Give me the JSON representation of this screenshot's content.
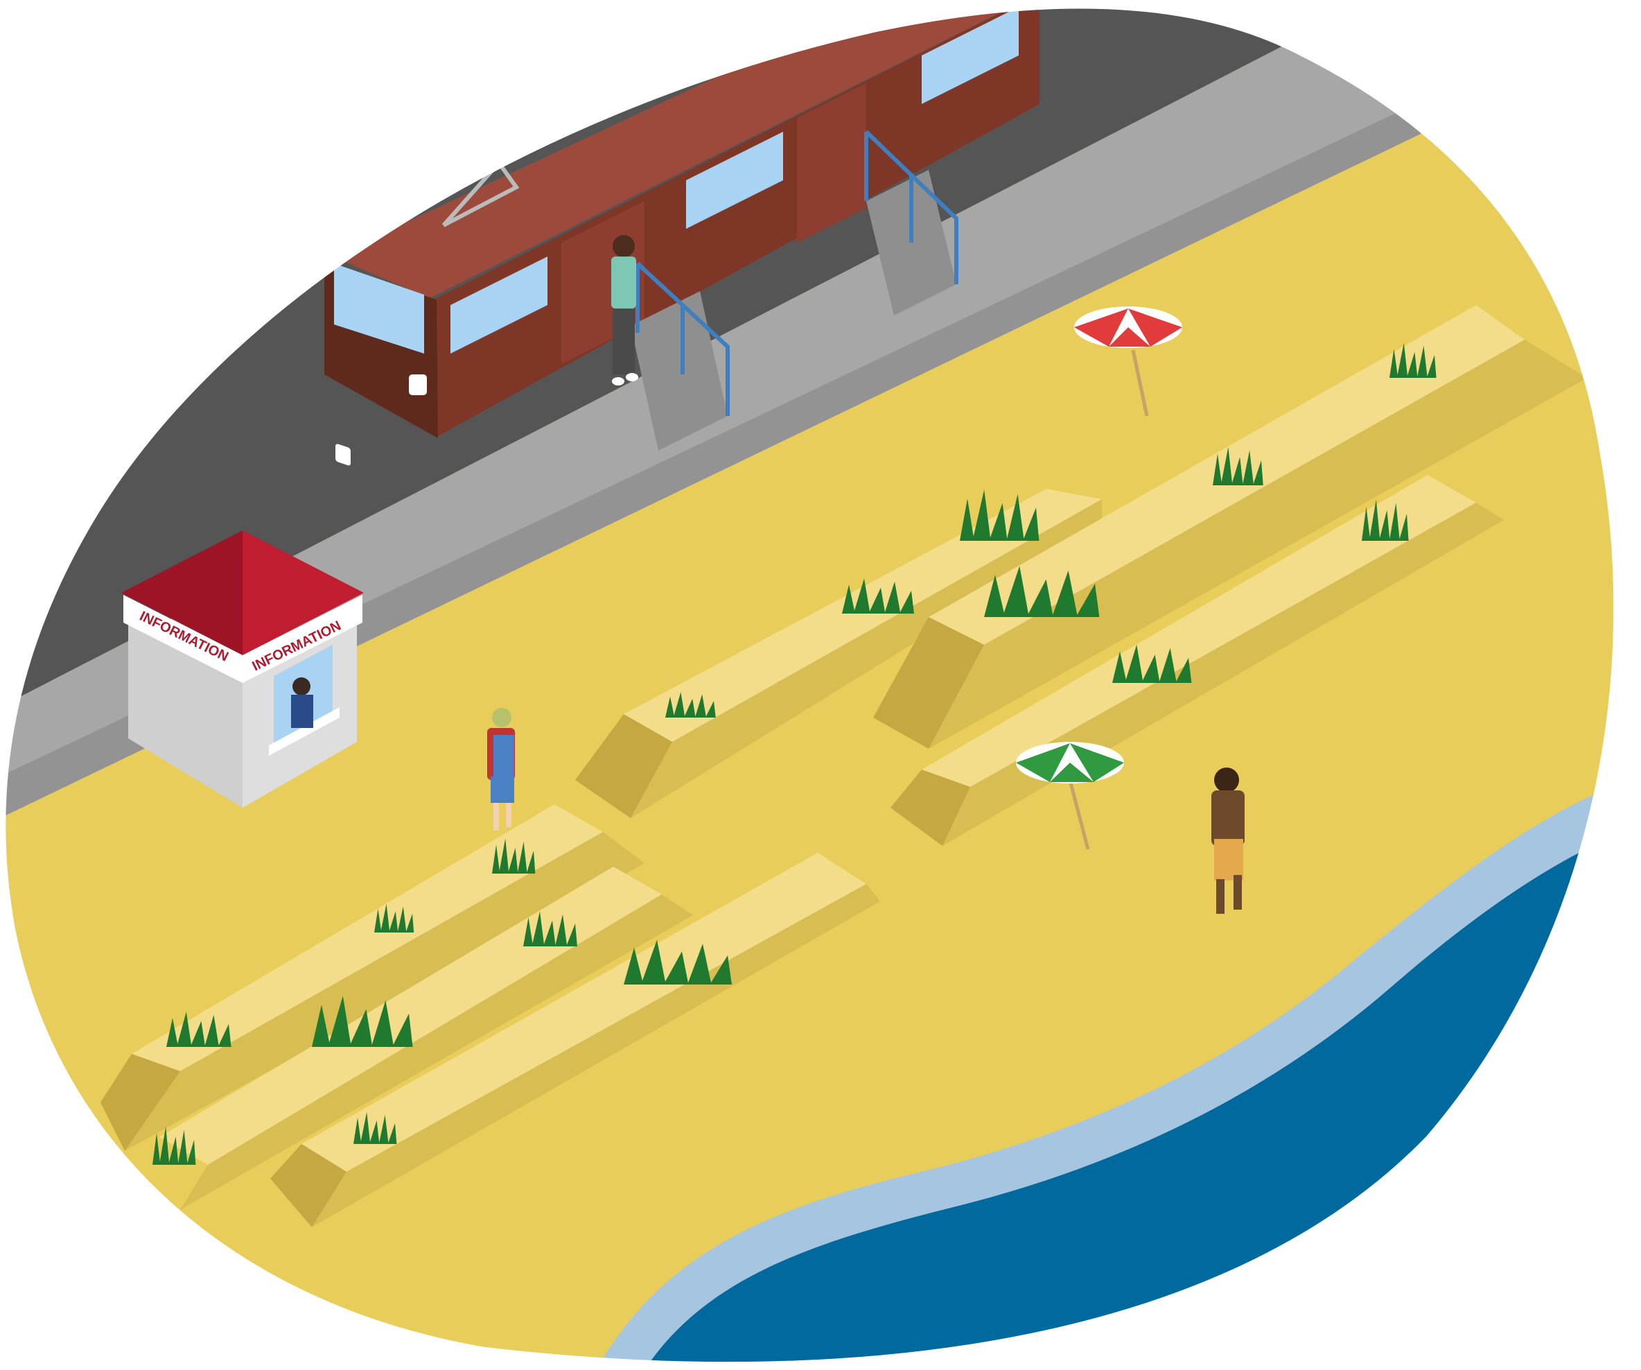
{
  "booth": {
    "sign_left": "INFORMATION",
    "sign_right": "INFORMATION"
  },
  "colors": {
    "sand": "#e8cd5b",
    "dune_top": "#f3dd8a",
    "dune_side": "#d8bd52",
    "dune_end": "#c6a843",
    "road": "#555555",
    "platform": "#a3a3a3",
    "tram_body": "#9b4a3c",
    "tram_dark": "#6f3226",
    "window": "#a9d3f3",
    "booth_roof": "#b2182b",
    "booth_wall": "#d6d6d6",
    "water_shallow": "#a5c5e0",
    "water_deep": "#006a9e",
    "grass": "#1f7a2f",
    "railing": "#3f7fbf"
  },
  "icons": [
    "tram",
    "information-booth",
    "beach-umbrella-red",
    "beach-umbrella-green",
    "person",
    "grass-tuft",
    "railing",
    "sea"
  ]
}
